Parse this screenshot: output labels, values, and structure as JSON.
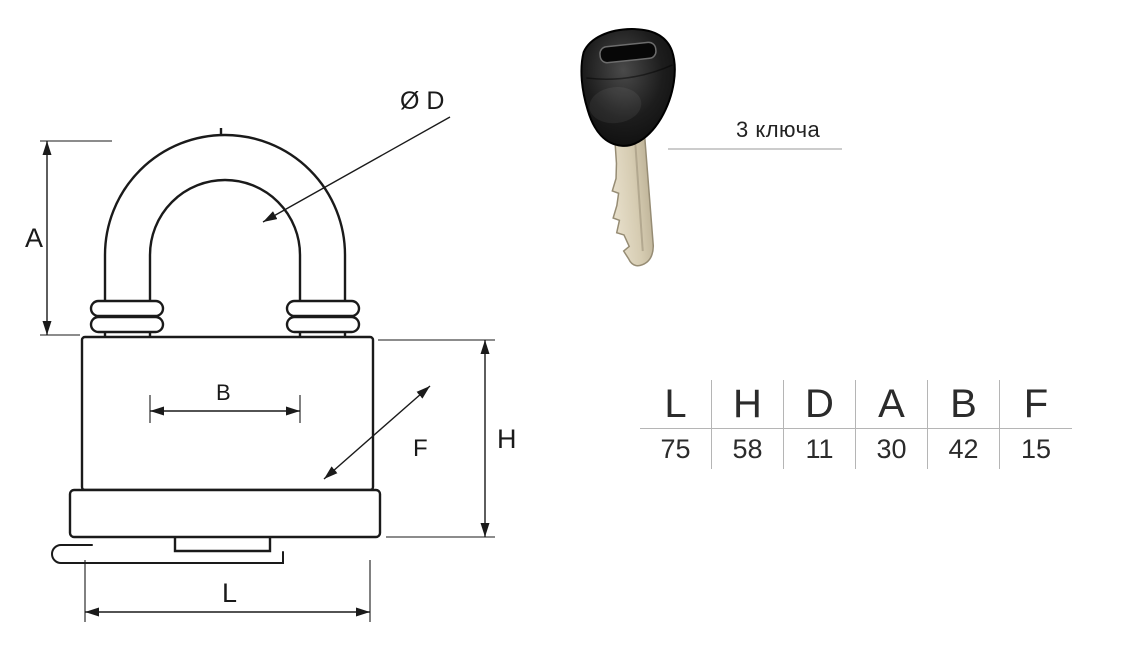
{
  "drawing": {
    "dim_a": "A",
    "dim_b": "B",
    "dim_d": "Ø D",
    "dim_f": "F",
    "dim_h": "H",
    "dim_l": "L"
  },
  "key": {
    "caption": "3 ключа"
  },
  "spec_table": {
    "headers": [
      "L",
      "H",
      "D",
      "A",
      "B",
      "F"
    ],
    "values": [
      "75",
      "58",
      "11",
      "30",
      "42",
      "15"
    ]
  }
}
